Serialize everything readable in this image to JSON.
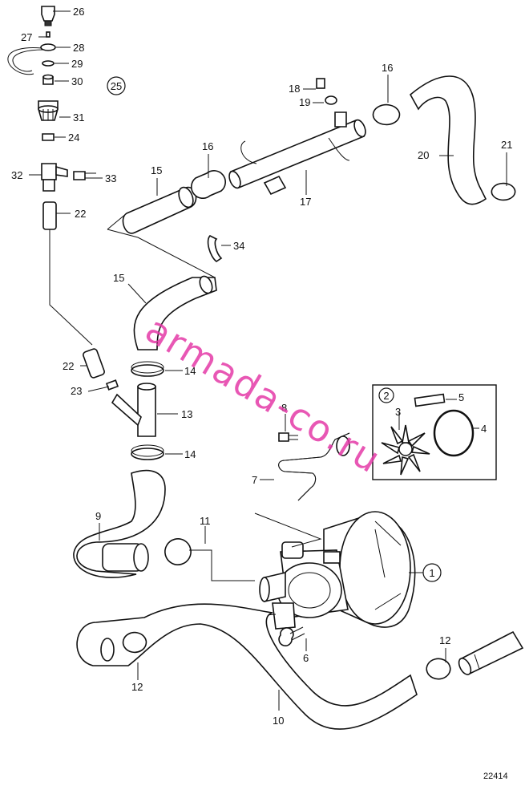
{
  "diagram": {
    "labels": [
      "1",
      "2",
      "3",
      "4",
      "5",
      "6",
      "7",
      "8",
      "9",
      "10",
      "11",
      "12",
      "12",
      "13",
      "14",
      "14",
      "15",
      "15",
      "16",
      "16",
      "17",
      "18",
      "19",
      "20",
      "21",
      "22",
      "22",
      "23",
      "24",
      "25",
      "26",
      "27",
      "28",
      "29",
      "30",
      "31",
      "32",
      "33",
      "34"
    ],
    "watermark": "armada-co.ru",
    "reference_number": "22414"
  }
}
